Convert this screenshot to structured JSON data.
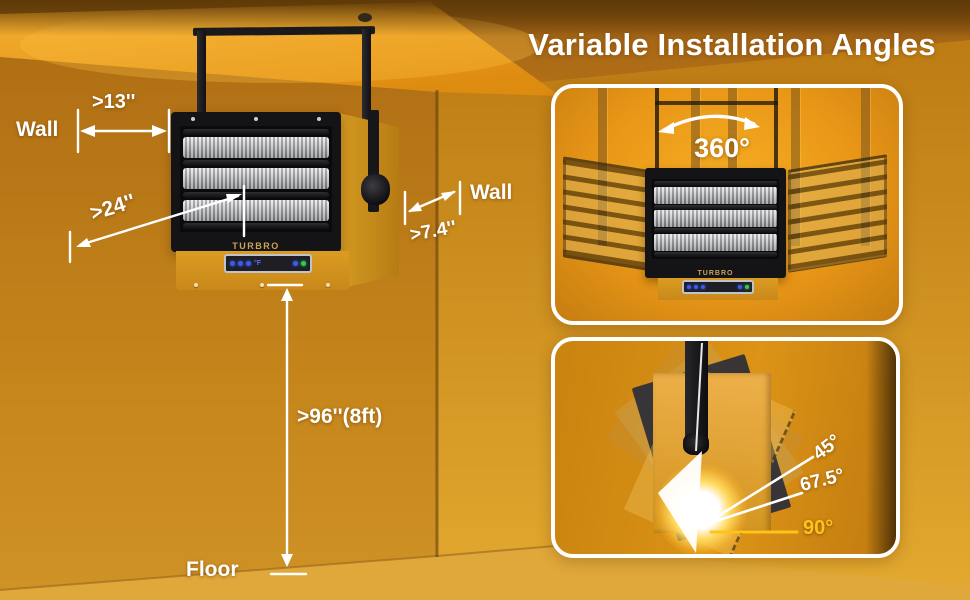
{
  "title": "Variable Installation Angles",
  "brand": "TURBRO",
  "annotations": {
    "wall_left": "Wall",
    "wall_right": "Wall",
    "floor": "Floor",
    "ceiling_offset": ">13''",
    "diagonal_clearance": ">24''",
    "wall_clearance": ">7.4''",
    "floor_clearance": ">96''(8ft)"
  },
  "heater": {
    "display_readout": "°F"
  },
  "rotation_panel": {
    "angle": "360°"
  },
  "tilt_panel": {
    "angles": [
      "45°",
      "67.5°",
      "90°"
    ]
  },
  "colors": {
    "background_orange": "#d08a1c",
    "ceiling_highlight": "#f7b334",
    "label_white": "#ffffff",
    "angle_highlight_yellow": "#ffc21a",
    "heater_body_amber": "#d6981f",
    "heater_frame_black": "#141416",
    "led_blue": "#3b5bf0",
    "power_led_green": "#2ecc52"
  }
}
